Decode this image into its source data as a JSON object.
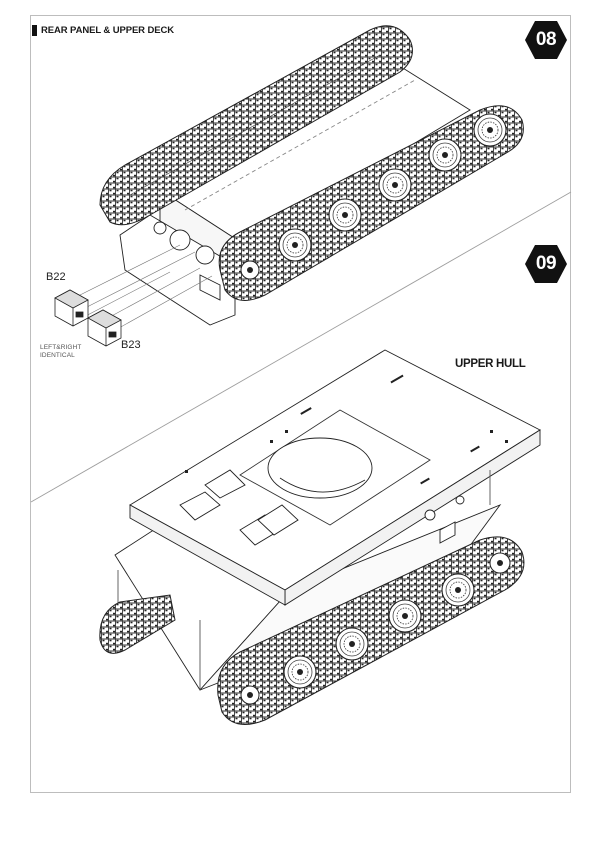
{
  "page": {
    "section_title": "REAR PANEL & UPPER DECK"
  },
  "steps": [
    {
      "number": "08"
    },
    {
      "number": "09"
    }
  ],
  "parts": {
    "b22": "B22",
    "b23": "B23",
    "note_line1": "LEFT&RIGHT",
    "note_line2": "IDENTICAL"
  },
  "labels": {
    "upper_hull": "UPPER HULL"
  },
  "colors": {
    "badge": "#111111",
    "line": "#222222",
    "frame": "#bdbdbd"
  }
}
